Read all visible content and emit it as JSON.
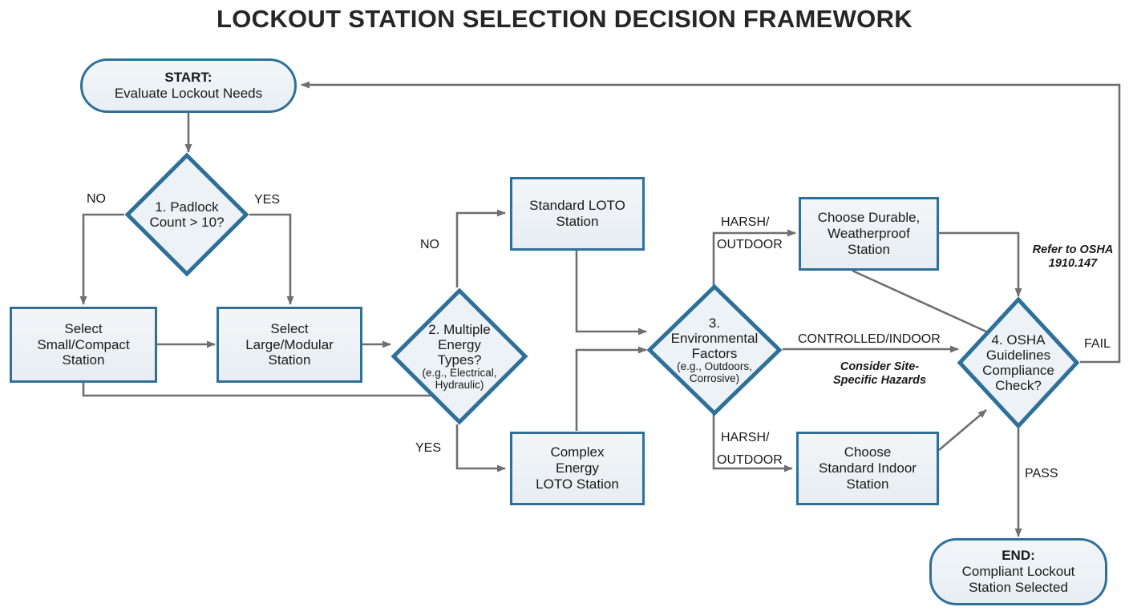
{
  "title": "LOCKOUT STATION SELECTION DECISION FRAMEWORK",
  "colors": {
    "node_border": "#2f7099",
    "node_fill": "#edf2f6",
    "connector": "#6f6f6f",
    "text": "#1a1a1a",
    "background": "#ffffff"
  },
  "nodes": {
    "start": {
      "lead": "START:",
      "body": "Evaluate Lockout Needs",
      "type": "terminator"
    },
    "d1": {
      "line1": "1. Padlock",
      "line2": "Count > 10?",
      "type": "decision"
    },
    "small_station": {
      "line1": "Select",
      "line2": "Small/Compact",
      "line3": "Station",
      "type": "process"
    },
    "large_station": {
      "line1": "Select",
      "line2": "Large/Modular",
      "line3": "Station",
      "type": "process"
    },
    "d2": {
      "line1": "2. Multiple",
      "line2": "Energy",
      "line3": "Types?",
      "sub1": "(e.g., Electrical,",
      "sub2": "Hydraulic)",
      "type": "decision"
    },
    "standard_loto": {
      "line1": "Standard LOTO",
      "line2": "Station",
      "type": "process"
    },
    "complex_loto": {
      "line1": "Complex",
      "line2": "Energy",
      "line3": "LOTO Station",
      "type": "process"
    },
    "d3": {
      "line1": "3.",
      "line2": "Environmental",
      "line3": "Factors",
      "sub1": "(e.g., Outdoors,",
      "sub2": "Corrosive)",
      "type": "decision"
    },
    "durable_station": {
      "line1": "Choose Durable,",
      "line2": "Weatherproof",
      "line3": "Station",
      "type": "process"
    },
    "indoor_station": {
      "line1": "Choose",
      "line2": "Standard Indoor",
      "line3": "Station",
      "type": "process"
    },
    "d4": {
      "line1": "4. OSHA",
      "line2": "Guidelines",
      "line3": "Compliance",
      "line4": "Check?",
      "type": "decision"
    },
    "end": {
      "lead": "END:",
      "body1": "Compliant Lockout",
      "body2": "Station Selected",
      "type": "terminator"
    }
  },
  "edge_labels": {
    "d1_no": "NO",
    "d1_yes": "YES",
    "d2_no": "NO",
    "d2_yes": "YES",
    "d3_harsh_top_a": "HARSH/",
    "d3_harsh_top_b": "OUTDOOR",
    "d3_controlled": "CONTROLLED/INDOOR",
    "d3_harsh_bottom_a": "HARSH/",
    "d3_harsh_bottom_b": "OUTDOOR",
    "d4_fail": "FAIL",
    "d4_pass": "PASS"
  },
  "notes": {
    "osha_ref": "Refer to OSHA\n1910.147",
    "site_hazards": "Consider Site-\nSpecific Hazards"
  }
}
